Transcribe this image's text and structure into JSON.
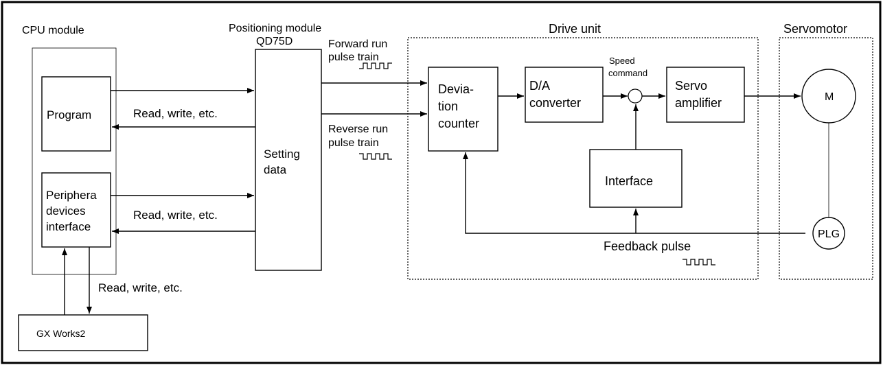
{
  "cpu_module": {
    "title": "CPU module",
    "program": "Program",
    "peripheral": [
      "Periphera",
      "devices",
      "interface"
    ]
  },
  "positioning_module": {
    "title": "Positioning module",
    "model": "QD75D",
    "setting": [
      "Setting",
      "data"
    ]
  },
  "drive_unit": {
    "title": "Drive unit",
    "deviation_counter": [
      "Devia-",
      "tion",
      "counter"
    ],
    "da_converter": [
      "D/A",
      "converter"
    ],
    "speed_command": [
      "Speed",
      "command"
    ],
    "servo_amplifier": [
      "Servo",
      "amplifier"
    ],
    "interface": "Interface",
    "feedback_pulse": "Feedback pulse"
  },
  "servomotor": {
    "title": "Servomotor",
    "motor": "M",
    "plg": "PLG"
  },
  "signals": {
    "forward_pulse": [
      "Forward run",
      "pulse train"
    ],
    "reverse_pulse": [
      "Reverse run",
      "pulse train"
    ],
    "read_write_program": "Read, write, etc.",
    "read_write_peripheral": "Read, write, etc.",
    "read_write_gx": "Read, write, etc."
  },
  "gx_works": "GX Works2"
}
